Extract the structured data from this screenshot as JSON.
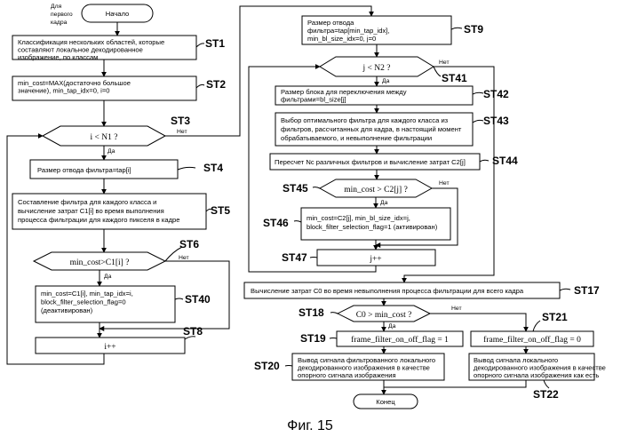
{
  "left": {
    "for_first_frame": [
      "Для",
      "первого",
      "кадра"
    ],
    "start": "Начало",
    "box_st1": [
      "Классификация нескольких областей, которые",
      "составляют локальное декодированное",
      "изображение, по классам"
    ],
    "box_st2": [
      "min_cost=MAX(достаточно большое",
      "значение), min_tap_idx=0, i=0"
    ],
    "dec_st3": "i < N1 ?",
    "box_st4": "Размер отвода фильтра=tap[i]",
    "box_st5": [
      "Составление фильтра для каждого класса и",
      "вычисление затрат C1[i] во время выполнения",
      "процесса фильтрации для каждого пикселя в кадре"
    ],
    "dec_st6": "min_cost>C1[i] ?",
    "box_st40": [
      "min_cost=C1[i], min_tap_idx=i,",
      "block_filter_selection_flag=0",
      "(деактивирован)"
    ],
    "box_st8": "i++"
  },
  "right": {
    "box_st9": [
      "Размер отвода",
      "фильтра=tap[min_tap_idx],",
      "min_bl_size_idx=0, j=0"
    ],
    "dec_st41": "j < N2 ?",
    "box_st42": [
      "Размер блока для переключения между",
      "фильтрами=bl_size[j]"
    ],
    "box_st43": [
      "Выбор оптимального фильтра для каждого класса из",
      "фильтров, рассчитанных для кадра, в настоящий момент",
      "обрабатываемого, и невыполнение фильтрации"
    ],
    "box_st44": "Пересчет Nc различных фильтров и вычисление затрат C2[j]",
    "dec_st45": "min_cost > C2[j] ?",
    "box_st46": [
      "min_cost=C2[j], min_bl_size_idx=j,",
      "block_filter_selection_flag=1 (активирован)"
    ],
    "box_st47": "j++"
  },
  "bottom": {
    "box_st17": "Вычисление затрат C0 во время невыполнения процесса фильтрации для всего кадра",
    "dec_st18": "C0 > min_cost ?",
    "box_st19": "frame_filter_on_off_flag = 1",
    "box_st21": "frame_filter_on_off_flag = 0",
    "box_st20": [
      "Вывод сигнала фильтрованного локального",
      "декодированного изображения в качестве",
      "опорного сигнала изображения"
    ],
    "box_st22": [
      "Вывод сигнала локального",
      "декодированного изображения в качестве",
      "опорного сигнала изображения как есть"
    ],
    "end": "Конец"
  },
  "branch": {
    "yes": "Да",
    "no": "Нет"
  },
  "step_labels": {
    "st1": "ST1",
    "st2": "ST2",
    "st3": "ST3",
    "st4": "ST4",
    "st5": "ST5",
    "st6": "ST6",
    "st40": "ST40",
    "st8": "ST8",
    "st9": "ST9",
    "st41": "ST41",
    "st42": "ST42",
    "st43": "ST43",
    "st44": "ST44",
    "st45": "ST45",
    "st46": "ST46",
    "st47": "ST47",
    "st17": "ST17",
    "st18": "ST18",
    "st19": "ST19",
    "st20": "ST20",
    "st21": "ST21",
    "st22": "ST22"
  },
  "caption": "Фиг. 15"
}
